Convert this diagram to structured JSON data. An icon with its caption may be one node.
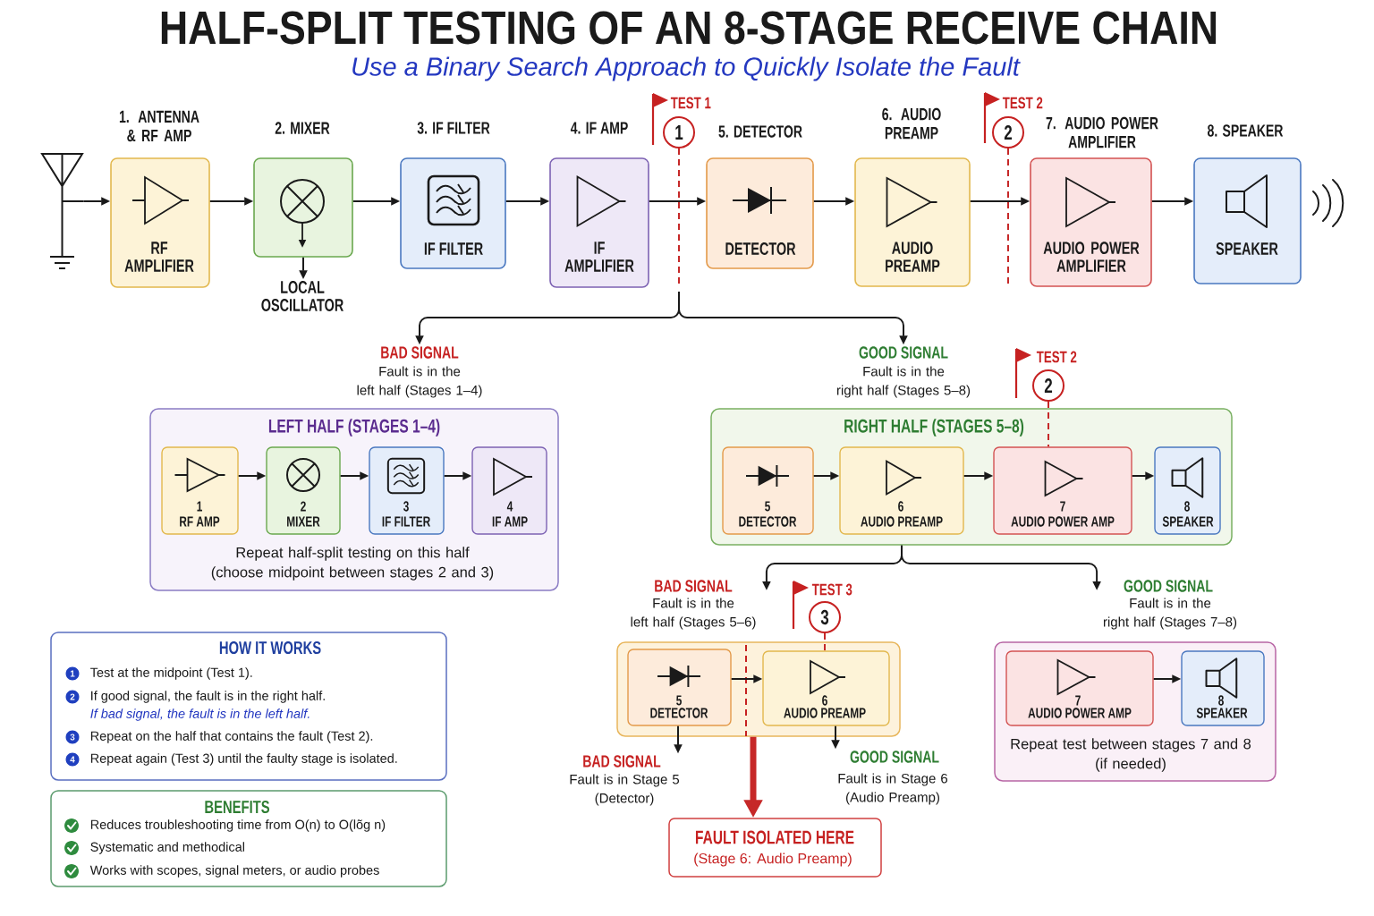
{
  "diagram": {
    "title": "HALF-SPLIT TESTING OF AN 8-STAGE RECEIVE CHAIN",
    "nodes": [
      {
        "text": [],
        "shape": "picture"
      },
      {
        "text": [
          "1. ANTENNA & RF AMP",
          "RF AMPLIFIER"
        ]
      },
      {
        "text": [
          "2. MIXER"
        ]
      },
      {
        "text": [
          "LOCAL OSCILLATOR"
        ]
      },
      {
        "text": [
          "3. IF FILTER",
          "IF FILTER"
        ]
      },
      {
        "text": [
          "4. IF AMP",
          "IF AMPLIFIER"
        ]
      },
      {
        "text": [
          "1"
        ],
        "beside": [
          "TEST 1"
        ]
      },
      {
        "text": [
          "5. DETECTOR",
          "DETECTOR"
        ]
      },
      {
        "text": [
          "6. AUDIO PREAMP",
          "AUDIO PREAMP"
        ]
      },
      {
        "text": [
          "2"
        ],
        "beside": [
          "TEST 2"
        ]
      },
      {
        "text": [
          "7. AUDIO POWER AMPLIFIER",
          "AUDIO POWER AMPLIFIER"
        ]
      },
      {
        "text": [
          "8. SPEAKER",
          "SPEAKER"
        ]
      },
      {
        "text": [
          "BAD SIGNAL",
          "Fault is in the left half (Stages 1–4)"
        ]
      },
      {
        "text": [
          "GOOD SIGNAL",
          "Fault is in the right half (Stages 5–8)"
        ]
      },
      {
        "text": [
          "2"
        ],
        "beside": [
          "TEST 2"
        ]
      },
      {
        "text": [
          "LEFT HALF (STAGES 1–4)",
          "Repeat half-split testing on this half (choose midpoint between stages 2 and 3)"
        ]
      },
      {
        "text": [
          "1",
          "RF AMP"
        ],
        "in": 15
      },
      {
        "text": [
          "2",
          "MIXER"
        ],
        "in": 15
      },
      {
        "text": [
          "3",
          "IF FILTER"
        ],
        "in": 15
      },
      {
        "text": [
          "4",
          "IF AMP"
        ],
        "in": 15
      },
      {
        "text": [
          "RIGHT HALF (STAGES 5–8)"
        ]
      },
      {
        "text": [
          "5",
          "DETECTOR"
        ],
        "in": 20
      },
      {
        "text": [
          "6",
          "AUDIO PREAMP"
        ],
        "in": 20
      },
      {
        "text": [
          "7",
          "AUDIO POWER AMP"
        ],
        "in": 20
      },
      {
        "text": [
          "8",
          "SPEAKER"
        ],
        "in": 20
      },
      {
        "text": [
          "BAD SIGNAL",
          "Fault is in the left half (Stages 5–6)"
        ]
      },
      {
        "text": [
          "3"
        ],
        "beside": [
          "TEST 3"
        ]
      },
      {
        "text": [
          "GOOD SIGNAL",
          "Fault is in the right half (Stages 7–8)"
        ]
      },
      {
        "text": [],
        "shape": "box"
      },
      {
        "text": [
          "5",
          "DETECTOR"
        ],
        "in": 28
      },
      {
        "text": [
          "6",
          "AUDIO PREAMP"
        ],
        "in": 28
      },
      {
        "text": [
          "Repeat test between stages 7 and 8 (if needed)"
        ]
      },
      {
        "text": [
          "7",
          "AUDIO POWER AMP"
        ],
        "in": 31
      },
      {
        "text": [
          "8",
          "SPEAKER"
        ],
        "in": 31
      },
      {
        "text": [
          "HOW IT WORKS",
          "Test at the midpoint (Test 1).",
          "If good signal, the fault is in the right half.",
          "If bad signal, the fault is in the left half.",
          "Repeat on the half that contains the fault (Test 2).",
          "Repeat again (Test 3) until the faulty stage is isolated."
        ]
      },
      {
        "text": [
          "1"
        ],
        "in": 34
      },
      {
        "text": [
          "2"
        ],
        "in": 34
      },
      {
        "text": [
          "3"
        ],
        "in": 34
      },
      {
        "text": [
          "4"
        ],
        "in": 34
      },
      {
        "text": [
          "BAD SIGNAL",
          "Fault is in Stage 5 (Detector)"
        ]
      },
      {
        "text": [
          "GOOD SIGNAL",
          "Fault is in Stage 6 (Audio Preamp)"
        ]
      },
      {
        "text": [
          "FAULT ISOLATED HERE",
          "(Stage 6: Audio Preamp)"
        ]
      },
      {
        "text": [
          "BENEFITS",
          "Reduces troubleshooting time from O(n) to O(lõg n)",
          "Systematic and methodical",
          "Works with scopes, signal meters, or audio probes"
        ]
      }
    ],
    "edges": [
      {
        "from": 0,
        "to": 1,
        "arrow": "to"
      },
      {
        "from": 1,
        "to": 2,
        "arrow": "to"
      },
      {
        "from": 2,
        "to": 3,
        "arrow": "to"
      },
      {
        "from": 2,
        "to": 4,
        "arrow": "to"
      },
      {
        "from": 4,
        "to": 5,
        "arrow": "to"
      },
      {
        "from": 5,
        "to": 7,
        "arrow": "to"
      },
      {
        "from": 7,
        "to": 8,
        "arrow": "to"
      },
      {
        "from": 8,
        "to": 10,
        "arrow": "to"
      },
      {
        "from": 10,
        "to": 11,
        "arrow": "to"
      },
      {
        "from": null,
        "to": 12,
        "arrow": "to"
      },
      {
        "from": null,
        "to": 13,
        "arrow": "to"
      },
      {
        "from": 14,
        "to": 23,
        "arrow": "none",
        "style": "dashed",
        "color": "#c62828"
      },
      {
        "from": 16,
        "to": 17,
        "arrow": "to"
      },
      {
        "from": 17,
        "to": 18,
        "arrow": "to"
      },
      {
        "from": 18,
        "to": 19,
        "arrow": "to"
      },
      {
        "from": 21,
        "to": 22,
        "arrow": "to"
      },
      {
        "from": 22,
        "to": 23,
        "arrow": "to"
      },
      {
        "from": 23,
        "to": 24,
        "arrow": "to"
      },
      {
        "from": 20,
        "to": 25,
        "arrow": "to"
      },
      {
        "from": 20,
        "to": 27,
        "arrow": "to"
      },
      {
        "from": 26,
        "to": 30,
        "arrow": "none",
        "style": "dashed",
        "color": "#c62828"
      },
      {
        "from": 29,
        "to": 30,
        "arrow": "to"
      },
      {
        "from": 32,
        "to": 33,
        "arrow": "to"
      },
      {
        "from": 29,
        "to": 39,
        "arrow": "to"
      },
      {
        "from": 30,
        "to": 40,
        "arrow": "to"
      },
      {
        "from": 28,
        "to": 41,
        "arrow": "to",
        "style": "thick",
        "color": "#c62828"
      },
      {
        "from": 6,
        "to": null,
        "arrow": "none",
        "style": "dashed",
        "color": "#c62828"
      },
      {
        "from": 9,
        "to": null,
        "arrow": "none",
        "style": "dashed",
        "color": "#c62828"
      }
    ],
    "labels": [
      "Use a Binary Search Approach to Quickly Isolate the Fault"
    ]
  }
}
